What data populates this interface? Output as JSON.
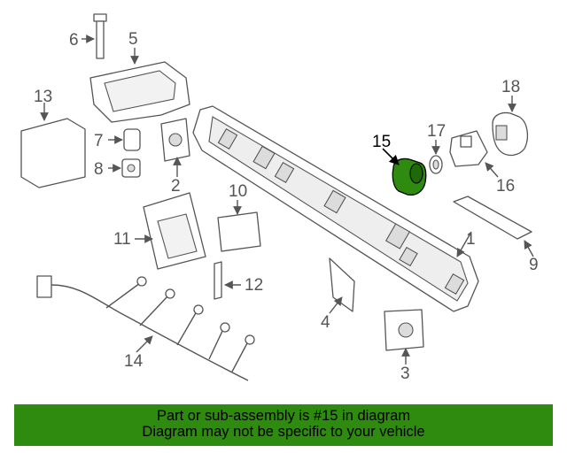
{
  "callouts": {
    "c1": "1",
    "c2": "2",
    "c3": "3",
    "c4": "4",
    "c5": "5",
    "c6": "6",
    "c7": "7",
    "c8": "8",
    "c9": "9",
    "c10": "10",
    "c11": "11",
    "c12": "12",
    "c13": "13",
    "c14": "14",
    "c15": "15",
    "c16": "16",
    "c17": "17",
    "c18": "18"
  },
  "highlight": {
    "part": "15",
    "color": "#2e8b0f"
  },
  "banner": {
    "line1": "Part or sub-assembly is #15 in diagram",
    "line2": "Diagram may not be specific to your vehicle",
    "background": "#2e8b0f"
  }
}
